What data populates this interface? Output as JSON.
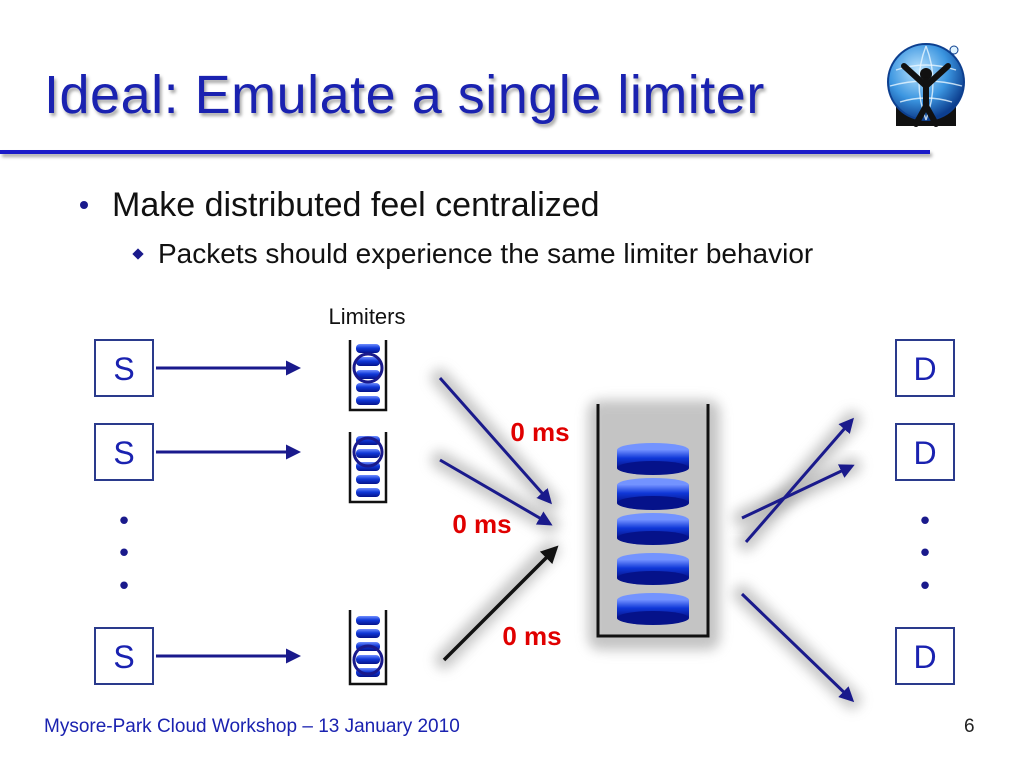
{
  "slide": {
    "title": "Ideal: Emulate a single limiter",
    "bullets": [
      {
        "text": "Make distributed feel centralized"
      },
      {
        "text": "Packets should experience the same limiter behavior"
      }
    ]
  },
  "diagram": {
    "limiters_label": "Limiters",
    "source_label": "S",
    "dest_label": "D",
    "delay_labels": [
      "0 ms",
      "0 ms",
      "0 ms"
    ],
    "ellipsis_glyph": "•"
  },
  "footer": {
    "venue": "Mysore-Park Cloud Workshop",
    "date": " – 13 January 2010",
    "page_number": "6"
  },
  "colors": {
    "title": "#1a22b0",
    "arrow": "#1a1a8c",
    "packet": "#1038d8",
    "delay": "#e00000"
  },
  "icons": {
    "logo": "person-globe-logo"
  }
}
